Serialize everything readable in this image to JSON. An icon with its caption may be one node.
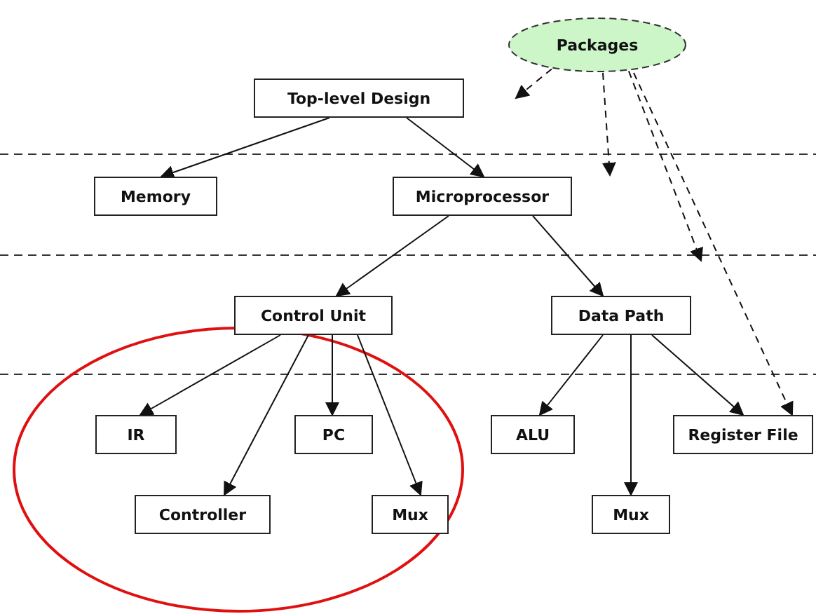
{
  "diagram": {
    "nodes": [
      {
        "text": [
          "Packages"
        ]
      },
      {
        "text": [
          "Top-level Design"
        ]
      },
      {
        "text": [
          "Memory"
        ]
      },
      {
        "text": [
          "Microprocessor"
        ]
      },
      {
        "text": [
          "Control Unit"
        ]
      },
      {
        "text": [
          "Data Path"
        ]
      },
      {
        "text": [
          "IR"
        ]
      },
      {
        "text": [
          "PC"
        ]
      },
      {
        "text": [
          "Controller"
        ]
      },
      {
        "text": [
          "Mux"
        ]
      },
      {
        "text": [
          "ALU"
        ]
      },
      {
        "text": [
          "Register File"
        ]
      },
      {
        "text": [
          "Mux"
        ]
      }
    ],
    "edges": [
      {
        "from": 1,
        "to": 2,
        "arrow": "to"
      },
      {
        "from": 1,
        "to": 3,
        "arrow": "to"
      },
      {
        "from": 3,
        "to": 4,
        "arrow": "to"
      },
      {
        "from": 3,
        "to": 5,
        "arrow": "to"
      },
      {
        "from": 4,
        "to": 6,
        "arrow": "to"
      },
      {
        "from": 4,
        "to": 7,
        "arrow": "to"
      },
      {
        "from": 4,
        "to": 8,
        "arrow": "to"
      },
      {
        "from": 4,
        "to": 9,
        "arrow": "to"
      },
      {
        "from": 5,
        "to": 10,
        "arrow": "to"
      },
      {
        "from": 5,
        "to": 12,
        "arrow": "to"
      },
      {
        "from": 5,
        "to": 11,
        "arrow": "to"
      },
      {
        "from": 0,
        "to": null,
        "arrow": "to",
        "style": "dashed"
      },
      {
        "from": 0,
        "to": null,
        "arrow": "to",
        "style": "dashed"
      },
      {
        "from": 0,
        "to": null,
        "arrow": "to",
        "style": "dashed"
      },
      {
        "from": 0,
        "to": 11,
        "arrow": "to",
        "style": "dashed"
      }
    ]
  }
}
